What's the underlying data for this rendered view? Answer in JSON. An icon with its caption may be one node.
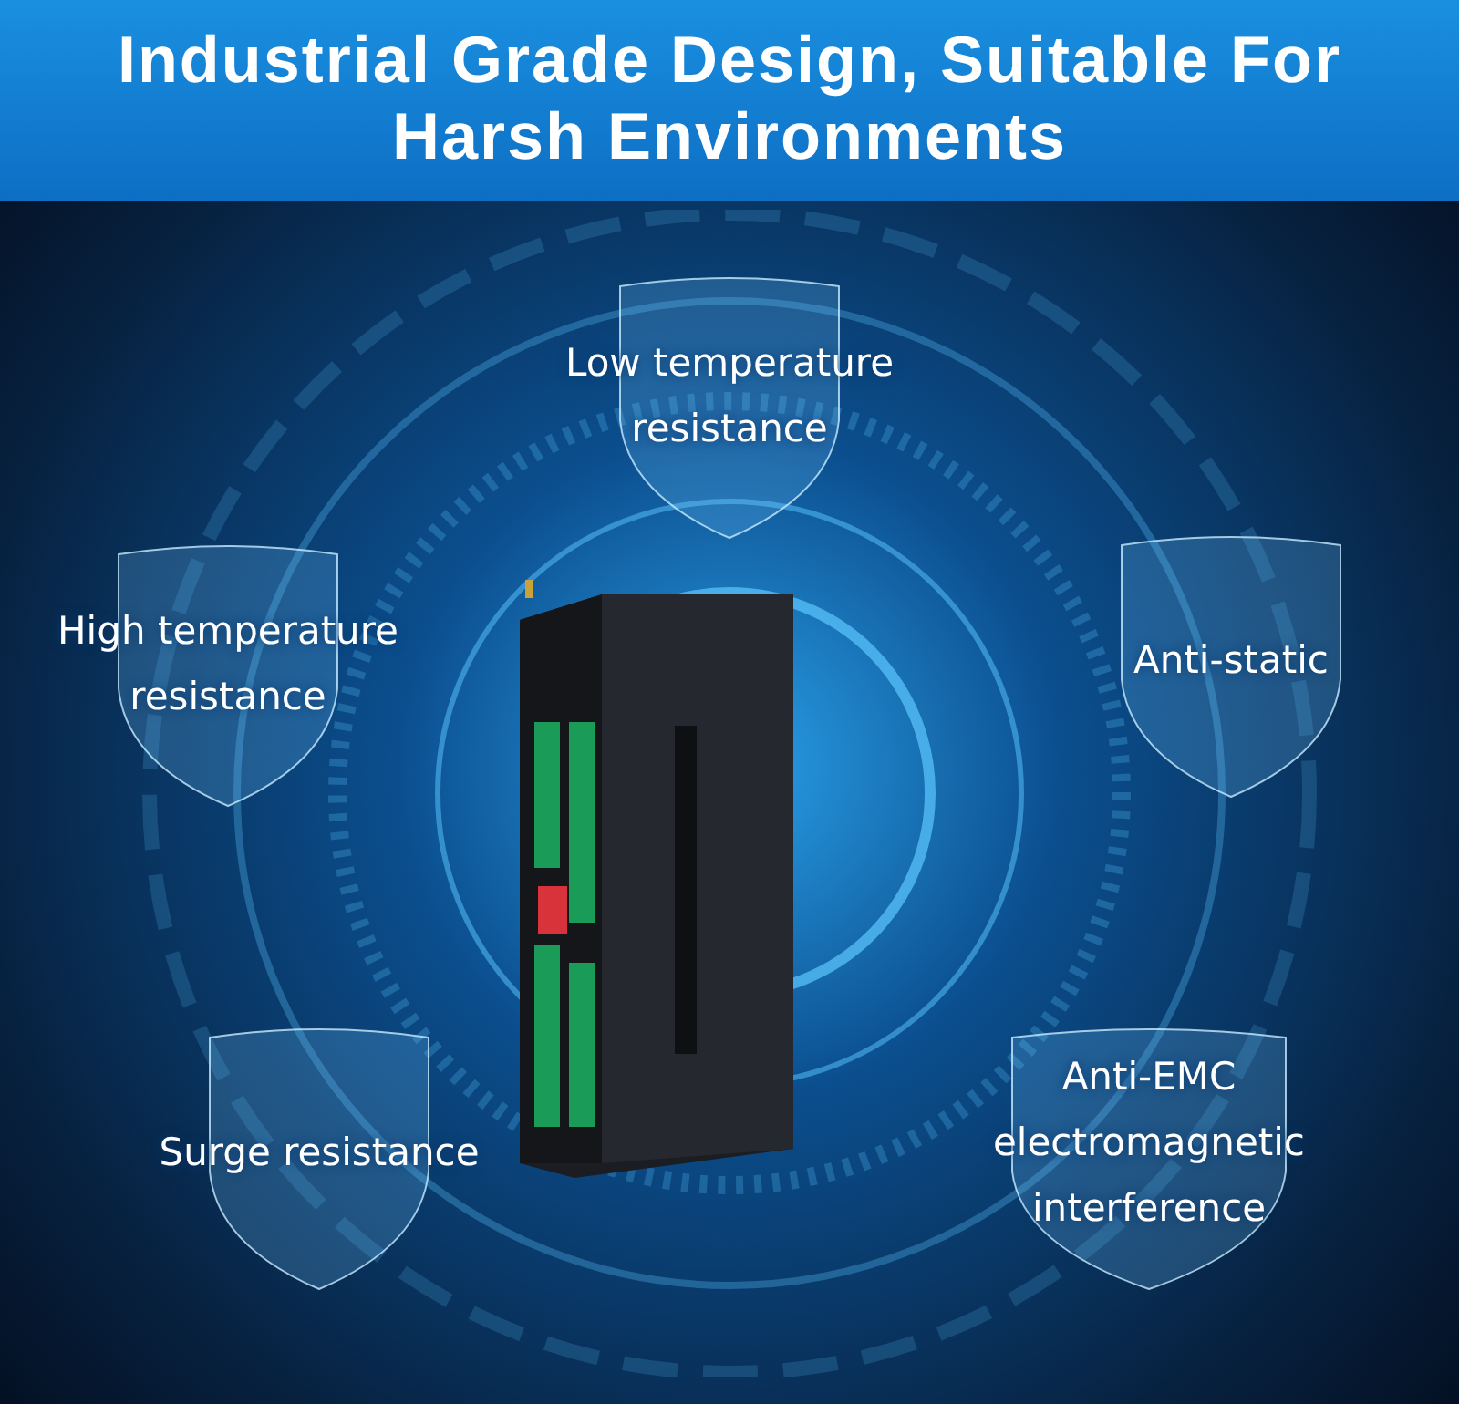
{
  "diagram": {
    "title": "Industrial Grade Design, Suitable For Harsh Environments",
    "nodes": [
      {
        "text": [
          "Low temperature resistance"
        ]
      },
      {
        "text": [
          "High temperature resistance"
        ]
      },
      {
        "text": [
          "Anti-static"
        ]
      },
      {
        "text": [
          "Surge resistance"
        ]
      },
      {
        "text": [
          "Anti-EMC electromagnetic interference"
        ]
      }
    ],
    "edges": []
  }
}
